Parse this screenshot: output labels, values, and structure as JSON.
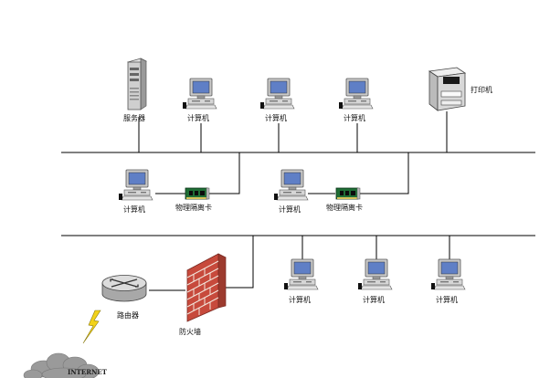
{
  "labels": {
    "server": "服务器",
    "printer": "打印机",
    "computer": "计算机",
    "isolation_card": "物理隔离卡",
    "router": "路由器",
    "firewall": "防火墙",
    "internet": "INTERNET"
  },
  "colors": {
    "wire": "#000000",
    "monitor_frame": "#bdbdbd",
    "screen": "#5f7fc6",
    "card_board": "#1f6e35",
    "brick": "#c74a3c",
    "mortar": "#f2e6dc",
    "lightning": "#f2d21a",
    "cloud": "#9a9a9a"
  }
}
